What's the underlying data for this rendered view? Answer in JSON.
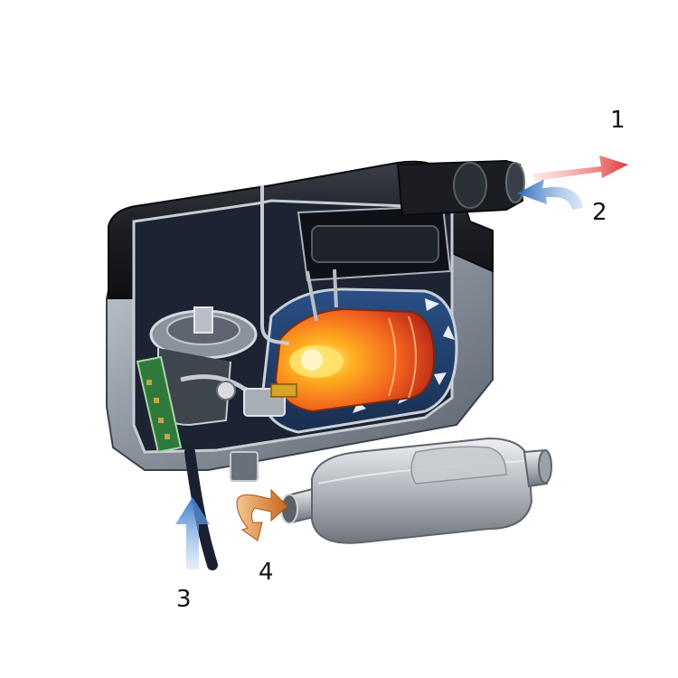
{
  "callouts": [
    {
      "id": "1",
      "text": "1",
      "meaning": "heated-air-outlet",
      "arrow_color": "#e03c3c"
    },
    {
      "id": "2",
      "text": "2",
      "meaning": "intake-air-inlet",
      "arrow_color": "#3a78c8"
    },
    {
      "id": "3",
      "text": "3",
      "meaning": "combustion-air-inlet",
      "arrow_color": "#3a78c8"
    },
    {
      "id": "4",
      "text": "4",
      "meaning": "exhaust-outlet",
      "arrow_color": "#d07a20"
    }
  ],
  "colors": {
    "housing_dark": "#16181d",
    "housing_metal": "#9aa3ad",
    "flame_core": "#ffb020",
    "flame_outer": "#e8401a",
    "heat_exchanger_blue": "#2f5d9a",
    "pcb_green": "#2f7a3a",
    "muffler_silver": "#b9bec4"
  },
  "icons": [
    "red-arrow-icon",
    "blue-curved-arrow-icon",
    "blue-up-arrow-icon",
    "orange-curved-arrow-icon"
  ]
}
